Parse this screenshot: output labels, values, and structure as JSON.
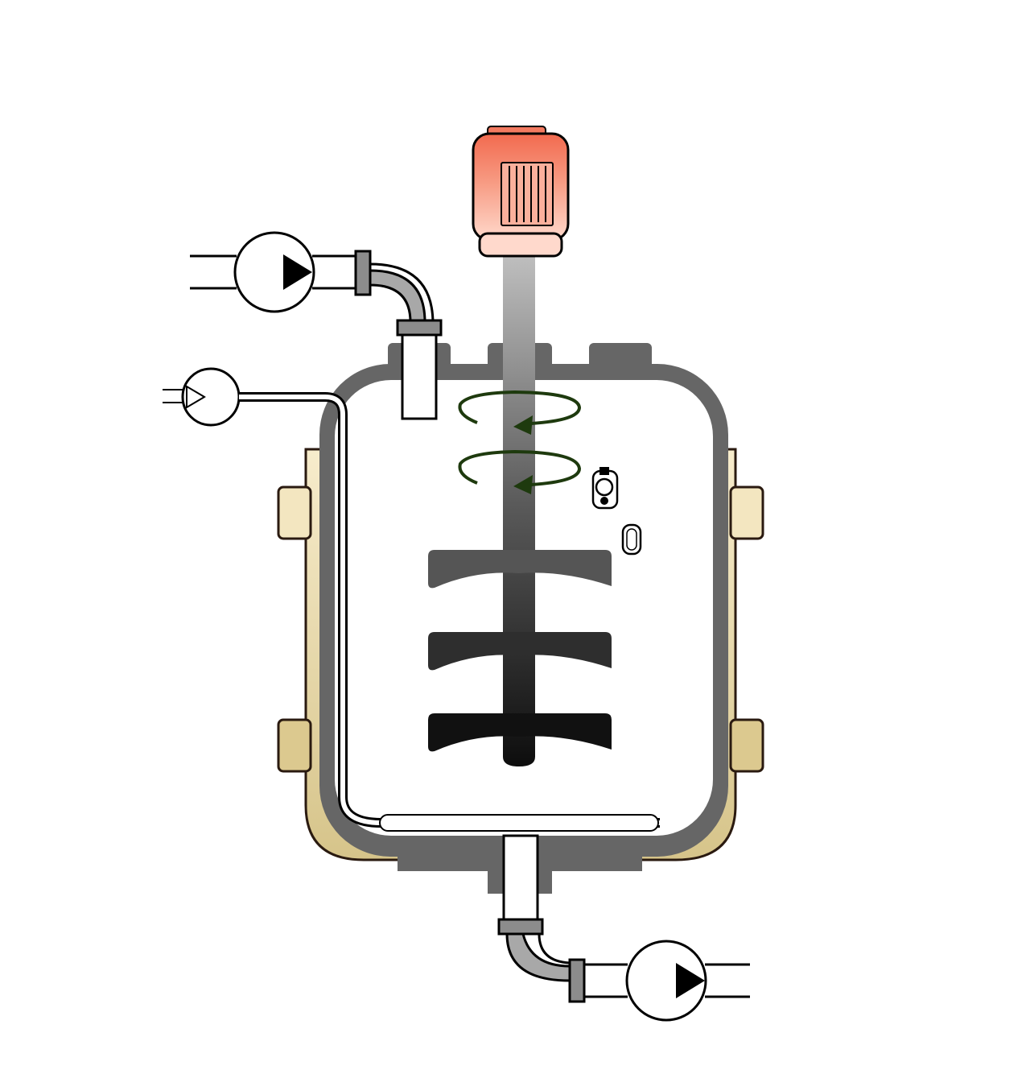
{
  "diagram": {
    "type": "stirred-tank-bioreactor",
    "labels": [],
    "components": [
      {
        "name": "agitator-motor",
        "color": "#f47a5f"
      },
      {
        "name": "agitator-shaft"
      },
      {
        "name": "impeller-blade",
        "count": 3
      },
      {
        "name": "vessel-wall",
        "color": "#666666"
      },
      {
        "name": "heating-jacket",
        "color": "#e8d9a8"
      },
      {
        "name": "feed-pump"
      },
      {
        "name": "gas-pump"
      },
      {
        "name": "sparger-tube"
      },
      {
        "name": "outlet-pump"
      },
      {
        "name": "sensor-probe",
        "count": 2
      },
      {
        "name": "rotation-arrow",
        "count": 2,
        "color": "#1e3a0e"
      }
    ],
    "colors": {
      "motor": "#f47a5f",
      "vessel": "#666666",
      "jacket": "#e8d9a8",
      "pipe": "#8c8c8c",
      "rotation": "#1e3a0e",
      "impeller": "#1a1a1a"
    }
  }
}
